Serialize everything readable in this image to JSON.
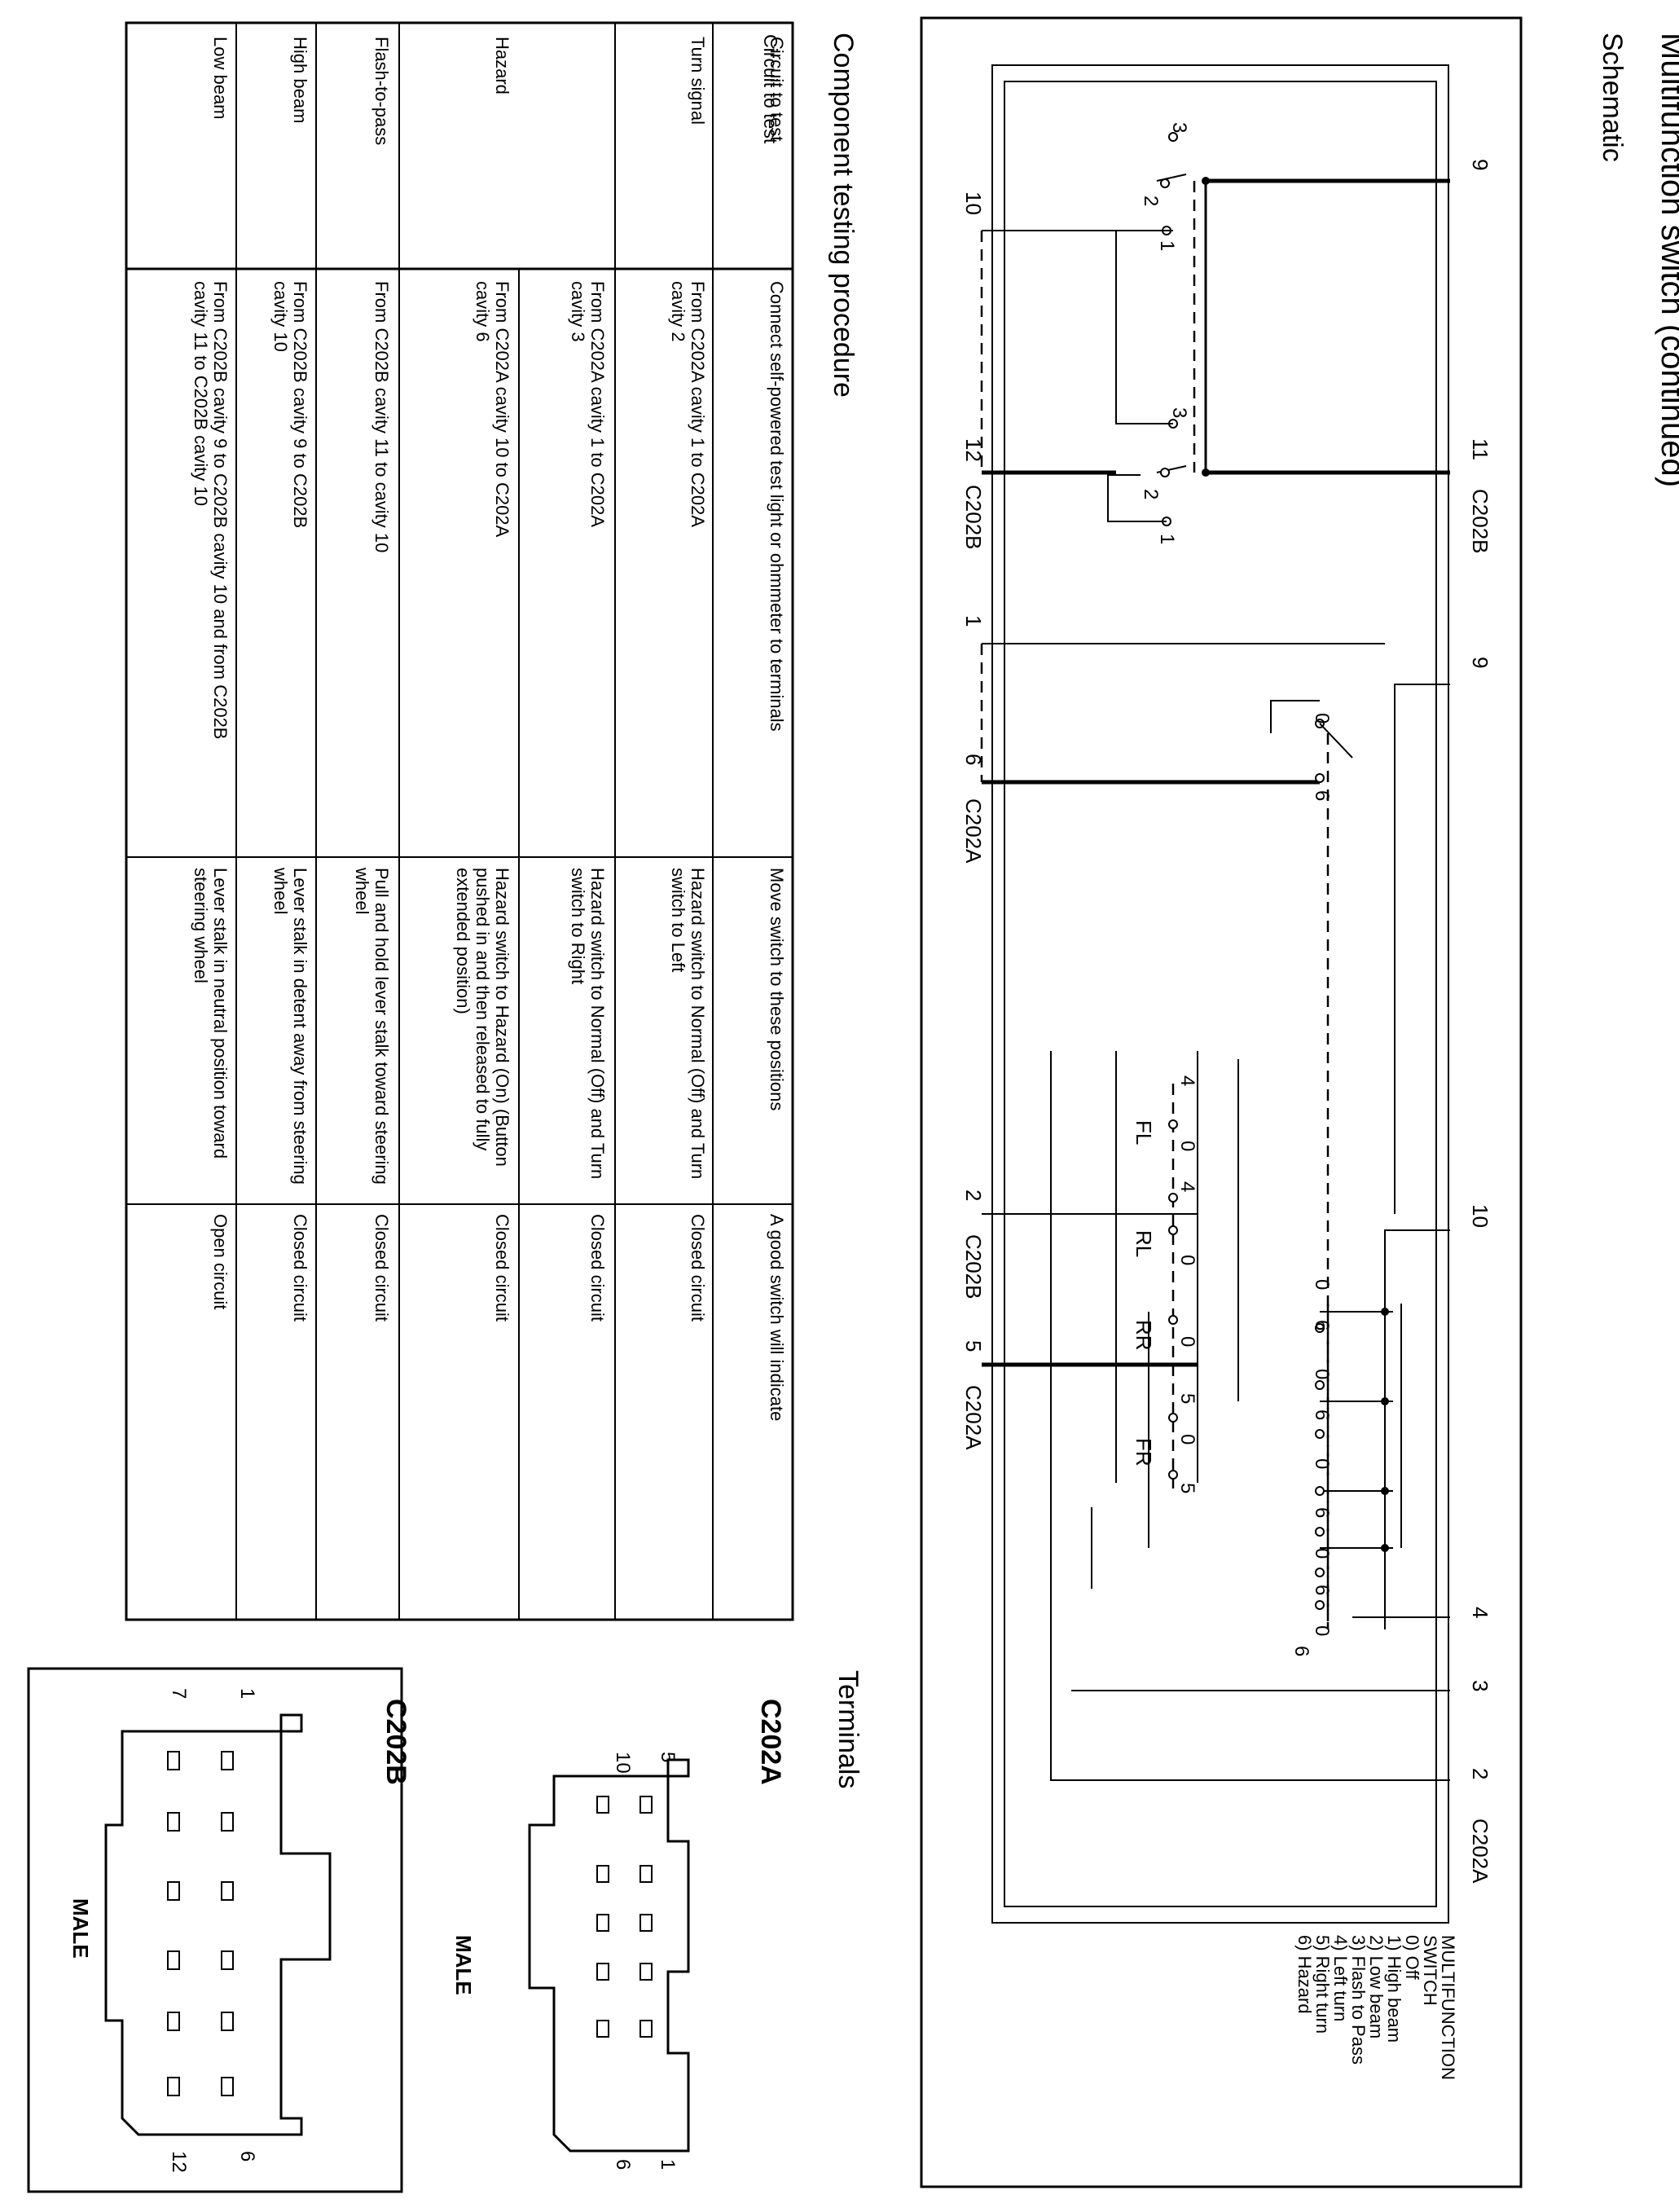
{
  "page": {
    "title": "Multifunction switch (continued)",
    "schematic_heading": "Schematic",
    "procedure_heading": "Component testing procedure",
    "terminals_heading": "Terminals"
  },
  "schematic": {
    "legend": [
      "MULTIFUNCTION",
      "SWITCH",
      "0) Off",
      "1) High beam",
      "2) Low beam",
      "3) Flash to Pass",
      "4) Left turn",
      "5) Right turn",
      "6) Hazard"
    ],
    "pins_top": [
      {
        "pin": "9",
        "conn": ""
      },
      {
        "pin": "11",
        "conn": "C202B"
      },
      {
        "pin": "9",
        "conn": ""
      },
      {
        "pin": "10",
        "conn": ""
      },
      {
        "pin": "4",
        "conn": ""
      },
      {
        "pin": "3",
        "conn": ""
      },
      {
        "pin": "2",
        "conn": "C202A"
      }
    ],
    "pins_bottom": [
      {
        "pin": "10",
        "conn": ""
      },
      {
        "pin": "12",
        "conn": "C202B"
      },
      {
        "pin": "1",
        "conn": ""
      },
      {
        "pin": "6",
        "conn": "C202A"
      },
      {
        "pin": "2",
        "conn": "C202B"
      },
      {
        "pin": "5",
        "conn": "C202A"
      }
    ],
    "lamp_labels": [
      "FL",
      "RL",
      "RR",
      "FR"
    ],
    "switch_numbers": {
      "n0": "0",
      "n1": "1",
      "n2": "2",
      "n3": "3",
      "n4": "4",
      "n5": "5",
      "n6": "6"
    }
  },
  "procedure": {
    "headers": [
      "Circuit to test",
      "Connect self-powered test light or ohmmeter to terminals",
      "Move switch to these positions",
      "A good switch will indicate"
    ],
    "rows": [
      {
        "circuit": "Turn signal",
        "terminals": "From C202A cavity 1 to C202A cavity 2",
        "positions": "Hazard switch to Normal (Off) and Turn switch to Left",
        "result": "Closed circuit"
      },
      {
        "circuit": "",
        "terminals": "From C202A cavity 1 to C202A cavity 3",
        "positions": "Hazard switch to Normal (Off) and Turn switch to Right",
        "result": "Closed circuit"
      },
      {
        "circuit": "Hazard",
        "terminals": "From C202A cavity 10 to C202A cavity 6",
        "positions": "Hazard switch to Hazard (On) (Button pushed in and then released to fully extended position)",
        "result": "Closed circuit"
      },
      {
        "circuit": "Flash-to-pass",
        "terminals": "From C202B cavity 11 to cavity 10",
        "positions": "Pull and hold lever stalk toward steering wheel",
        "result": "Closed circuit"
      },
      {
        "circuit": "High beam",
        "terminals": "From C202B cavity 9 to C202B cavity 10",
        "positions": "Lever stalk in detent away from steering wheel",
        "result": "Closed circuit"
      },
      {
        "circuit": "Low beam",
        "terminals": "From C202B cavity 9 to C202B cavity 10 and from C202B cavity 11 to C202B cavity 10",
        "positions": "Lever stalk in neutral position toward steering wheel",
        "result": "Open circuit"
      }
    ]
  },
  "terminals": {
    "c202a": {
      "name": "C202A",
      "gender": "MALE",
      "pin_labels": [
        "5",
        "10",
        "1",
        "6"
      ]
    },
    "c202b": {
      "name": "C202B",
      "gender": "MALE",
      "pin_labels": [
        "1",
        "7",
        "6",
        "12"
      ]
    }
  }
}
